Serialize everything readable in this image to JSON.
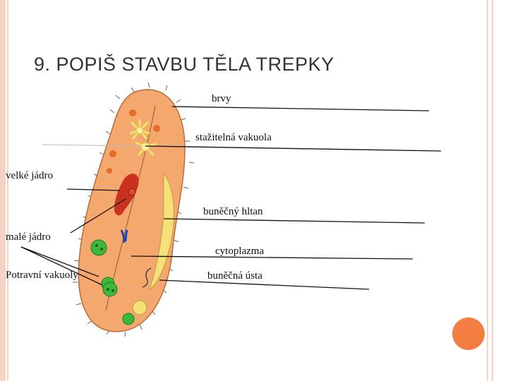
{
  "title": "9. POPIŠ STAVBU TĚLA TREPKY",
  "labels": {
    "brvy": "brvy",
    "stazitelna_vakuola": "stažitelná vakuola",
    "velke_jadro": "velké jádro",
    "bunecny_hltan": "buněčný hltan",
    "male_jadro": "malé jádro",
    "cytoplazma": "cytoplazma",
    "potravni_vakuoly": "Potravní vakuoly",
    "bunecna_usta": "buněčná ústa"
  },
  "colors": {
    "accent": "#f47d43",
    "frame": "#f6d2c4",
    "cell_body": "#f4a86e",
    "macronucleus": "#c8321e",
    "food_vacuole": "#3cb83c",
    "oral_groove": "#f5e07a"
  }
}
